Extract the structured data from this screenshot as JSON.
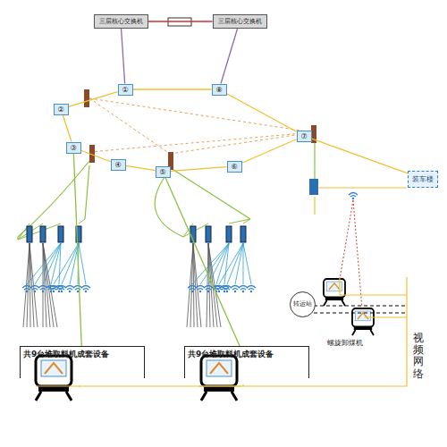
{
  "diagram": {
    "nodes": [
      {
        "text": [
          "三层核心交换机"
        ]
      },
      {
        "text": [
          "三层核心交换机"
        ]
      },
      {
        "text": [
          "①"
        ]
      },
      {
        "text": [
          "②"
        ]
      },
      {
        "text": [
          "③"
        ]
      },
      {
        "text": [
          "④"
        ]
      },
      {
        "text": [
          "⑤"
        ]
      },
      {
        "text": [
          "⑥"
        ]
      },
      {
        "text": [
          "⑦"
        ]
      },
      {
        "text": [
          "⑧"
        ]
      },
      {
        "text": [
          "装车楼"
        ]
      },
      {
        "text": [
          "共9台堆取料机成套设备"
        ]
      },
      {
        "text": [
          "共9台堆取料机成套设备"
        ]
      },
      {
        "text": [
          "转运站"
        ]
      }
    ],
    "edges": [
      {
        "from": 0,
        "to": 1,
        "arrow": "none"
      },
      {
        "from": 0,
        "to": 2,
        "arrow": "none"
      },
      {
        "from": 1,
        "to": 9,
        "arrow": "none"
      },
      {
        "from": 2,
        "to": 3,
        "arrow": "none"
      },
      {
        "from": 3,
        "to": 4,
        "arrow": "none"
      },
      {
        "from": 4,
        "to": 5,
        "arrow": "none"
      },
      {
        "from": 5,
        "to": 6,
        "arrow": "none"
      },
      {
        "from": 6,
        "to": 7,
        "arrow": "none"
      },
      {
        "from": 7,
        "to": 8,
        "arrow": "none"
      },
      {
        "from": 8,
        "to": 9,
        "arrow": "none"
      },
      {
        "from": 9,
        "to": 2,
        "arrow": "none"
      },
      {
        "from": 8,
        "to": 10,
        "arrow": "none"
      },
      {
        "from": 4,
        "to": 11,
        "arrow": "none"
      },
      {
        "from": 6,
        "to": 12,
        "arrow": "none"
      }
    ],
    "labels": [
      "螺旋卸煤机",
      "视频网络"
    ]
  }
}
